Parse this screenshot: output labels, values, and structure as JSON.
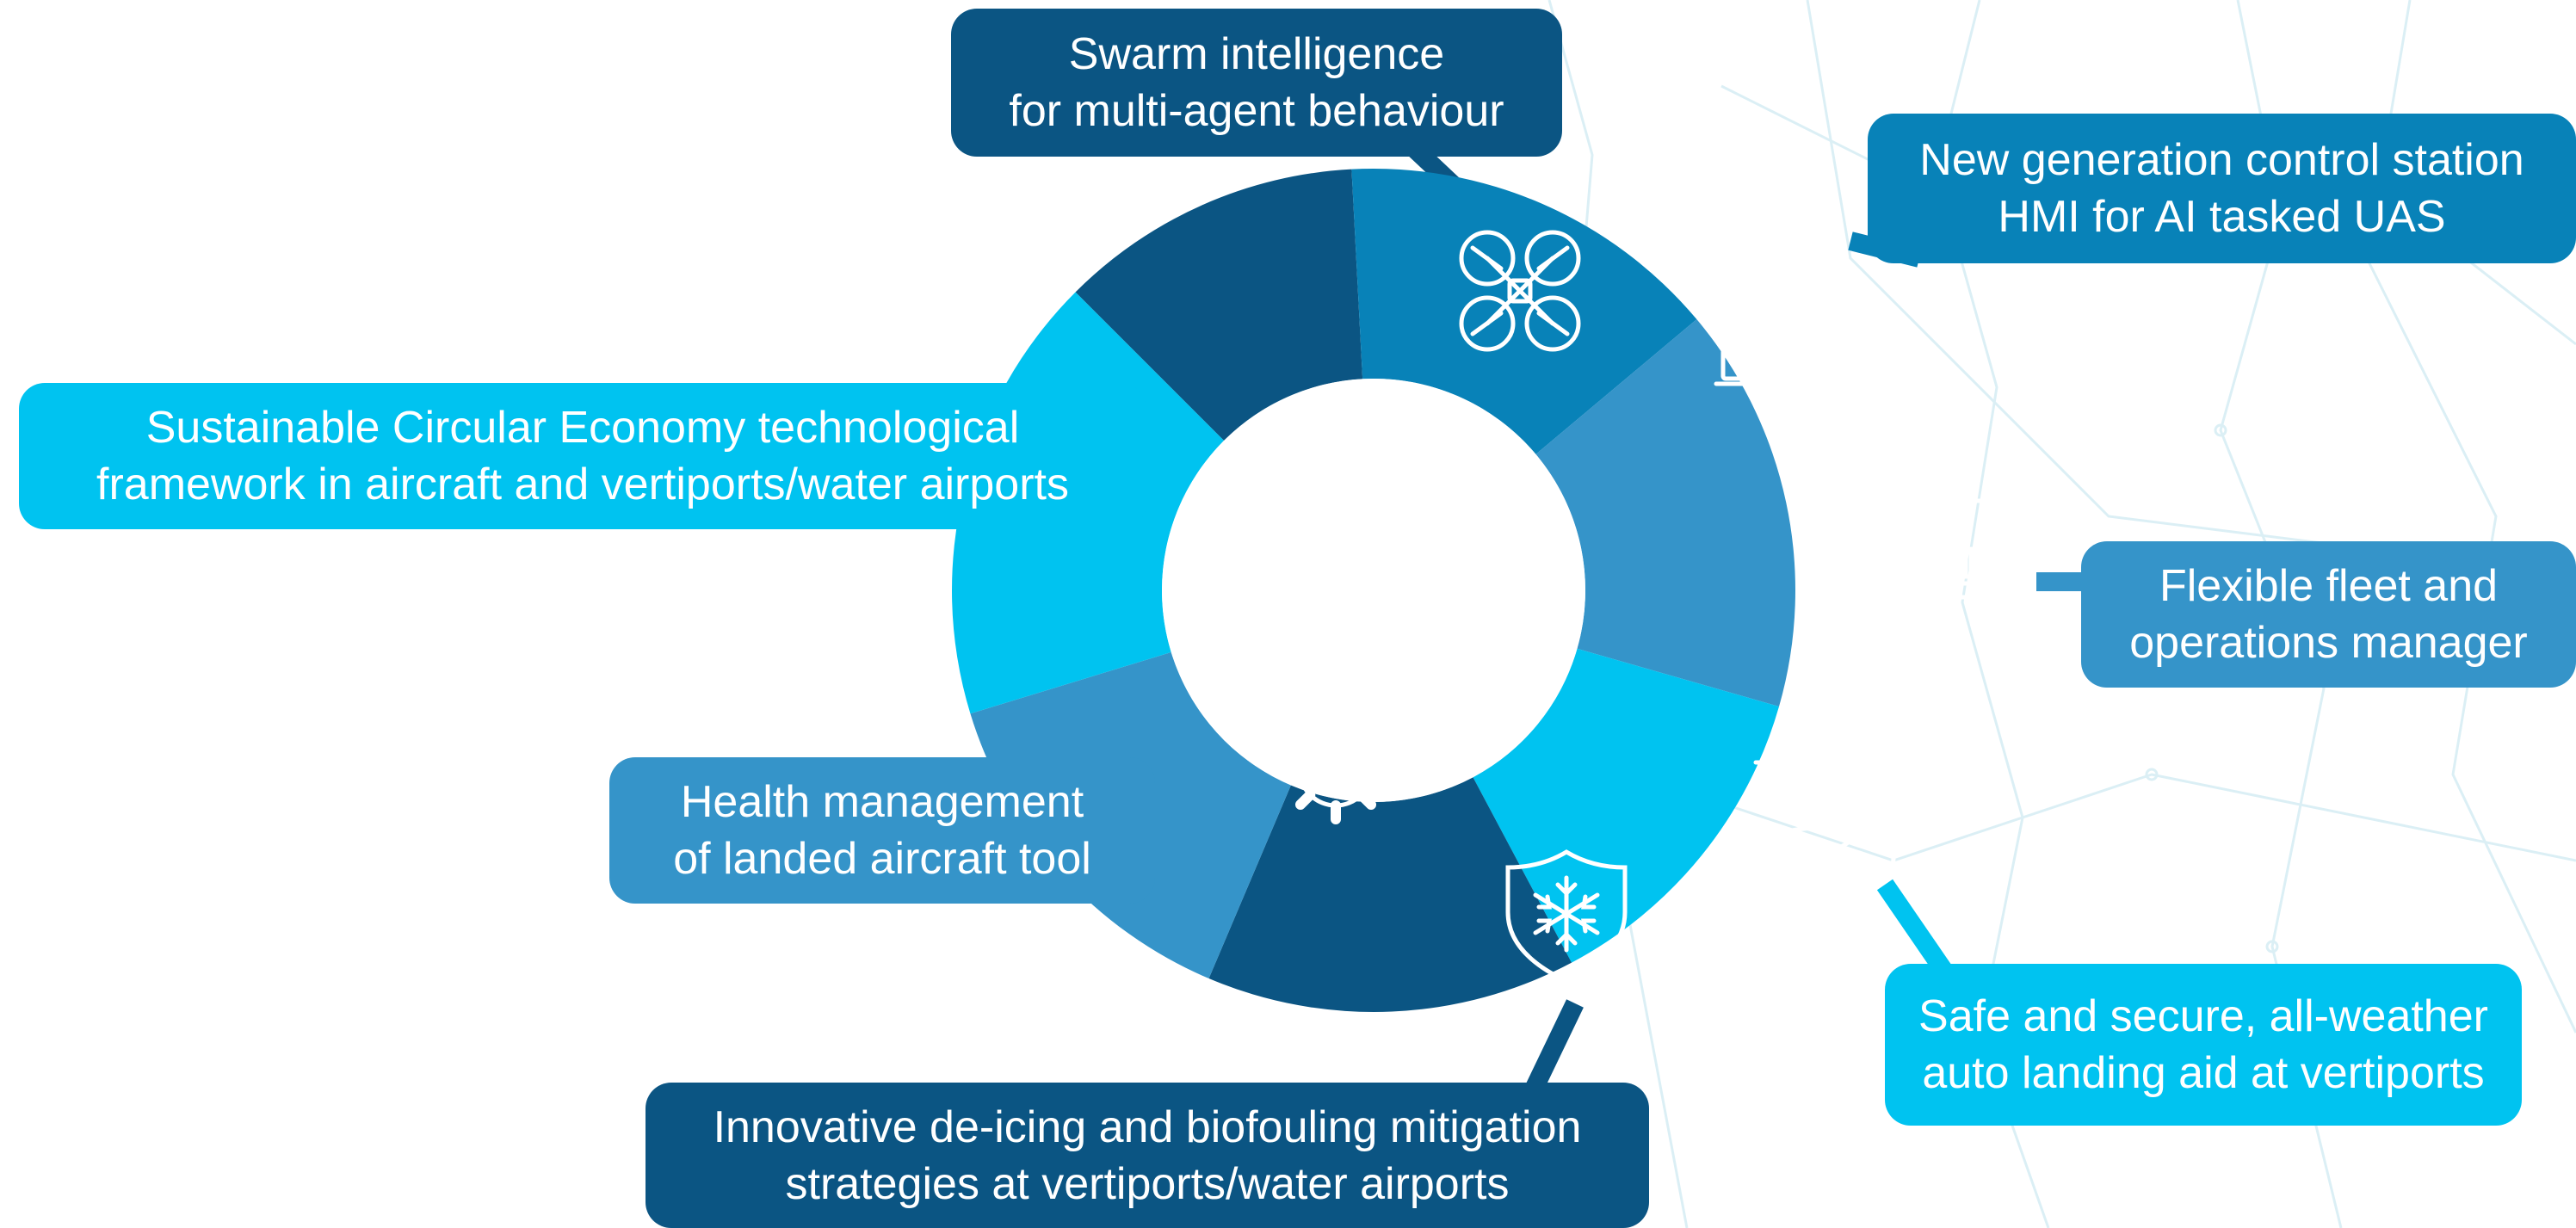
{
  "colors": {
    "dark_navy": "#0b5583",
    "mid_blue": "#0882b8",
    "steel_blue": "#3594c9",
    "cyan": "#00c3f0",
    "background_lines": "#dbeff5"
  },
  "segments": [
    {
      "id": "swarm",
      "icon": "drone-icon",
      "color": "#0b5583",
      "lines": [
        "Swarm intelligence",
        "for multi-agent behaviour"
      ]
    },
    {
      "id": "hmi",
      "icon": "operator-headset-icon",
      "color": "#0882b8",
      "lines": [
        "New generation control station",
        "HMI for AI tasked UAS"
      ]
    },
    {
      "id": "fleet",
      "icon": "monitor-dashboard-icon",
      "color": "#3594c9",
      "lines": [
        "Flexible fleet and",
        "operations manager"
      ]
    },
    {
      "id": "landing",
      "icon": "drone-landing-pad-icon",
      "color": "#00c3f0",
      "lines": [
        "Safe and secure, all-weather",
        "auto landing aid at vertiports"
      ]
    },
    {
      "id": "deicing",
      "icon": "snowflake-shield-icon",
      "color": "#0b5583",
      "lines": [
        "Innovative de-icing and biofouling mitigation",
        "strategies at vertiports/water airports"
      ]
    },
    {
      "id": "health",
      "icon": "gear-pulse-icon",
      "color": "#3594c9",
      "lines": [
        "Health management",
        "of landed aircraft tool"
      ]
    },
    {
      "id": "circular",
      "icon": "sprouting-globe-icon",
      "color": "#00c3f0",
      "lines": [
        "Sustainable Circular Economy technological",
        "framework in aircraft and vertiports/water airports"
      ]
    }
  ]
}
